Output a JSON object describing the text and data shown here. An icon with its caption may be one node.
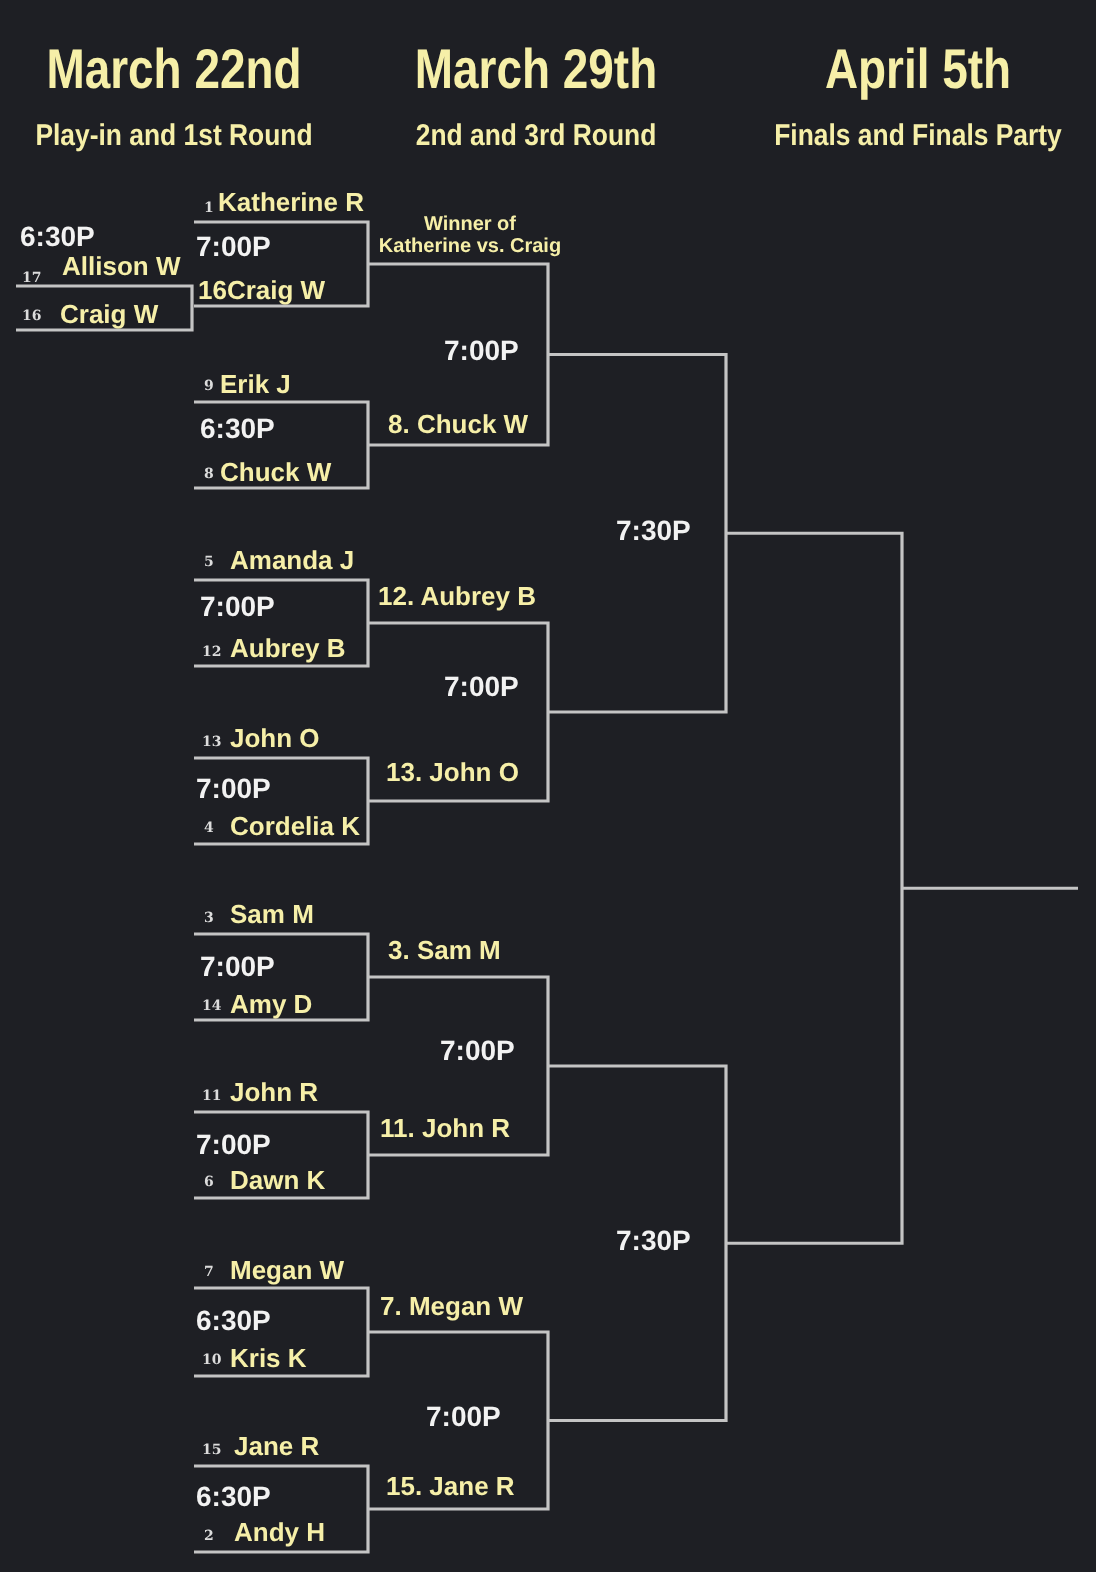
{
  "diagram": {
    "labels": [
      "March 22nd",
      "March 29th",
      "April 5th",
      "Play-in and 1st Round",
      "2nd and 3rd Round",
      "Finals and Finals Party",
      "1",
      "Katherine R",
      "6:30P",
      "7:00P",
      "Winner of Katherine vs. Craig",
      "17",
      "Allison W",
      "16Craig W",
      "16",
      "Craig W",
      "7:00P",
      "9",
      "Erik J",
      "6:30P",
      "8. Chuck W",
      "8",
      "Chuck W",
      "7:30P",
      "5",
      "Amanda J",
      "7:00P",
      "12. Aubrey B",
      "12",
      "Aubrey B",
      "7:00P",
      "13",
      "John O",
      "7:00P",
      "13. John O",
      "4",
      "Cordelia K",
      "3",
      "Sam M",
      "7:00P",
      "3. Sam M",
      "14",
      "Amy D",
      "7:00P",
      "11",
      "John R",
      "7:00P",
      "11. John R",
      "6",
      "Dawn K",
      "7:30P",
      "7",
      "Megan W",
      "6:30P",
      "7. Megan W",
      "10",
      "Kris K",
      "7:00P",
      "15",
      "Jane R",
      "6:30P",
      "15. Jane R",
      "2",
      "Andy H"
    ]
  }
}
